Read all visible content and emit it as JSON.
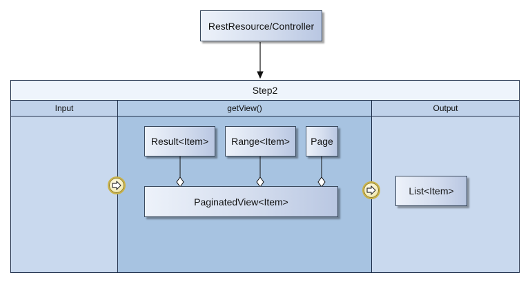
{
  "top_node": {
    "label": "RestResource/Controller"
  },
  "pool": {
    "title": "Step2",
    "lanes": [
      {
        "label": "Input"
      },
      {
        "label": "getView()"
      },
      {
        "label": "Output"
      }
    ]
  },
  "nodes": {
    "result": "Result<Item>",
    "range": "Range<Item>",
    "page": "Page",
    "paginated_view": "PaginatedView<Item>",
    "list": "List<Item>"
  },
  "colors": {
    "pool_title_bg": "#eef4fc",
    "lane_header_bg": "#c0d2ea",
    "lane_side_bg": "#c9d9ee",
    "lane_center_bg": "#a7c3e1",
    "border": "#1f2f4a",
    "port_ring": "#c9b24a"
  },
  "icons": {
    "input_port": "arrow-right-port-icon",
    "output_port": "arrow-right-port-icon"
  }
}
